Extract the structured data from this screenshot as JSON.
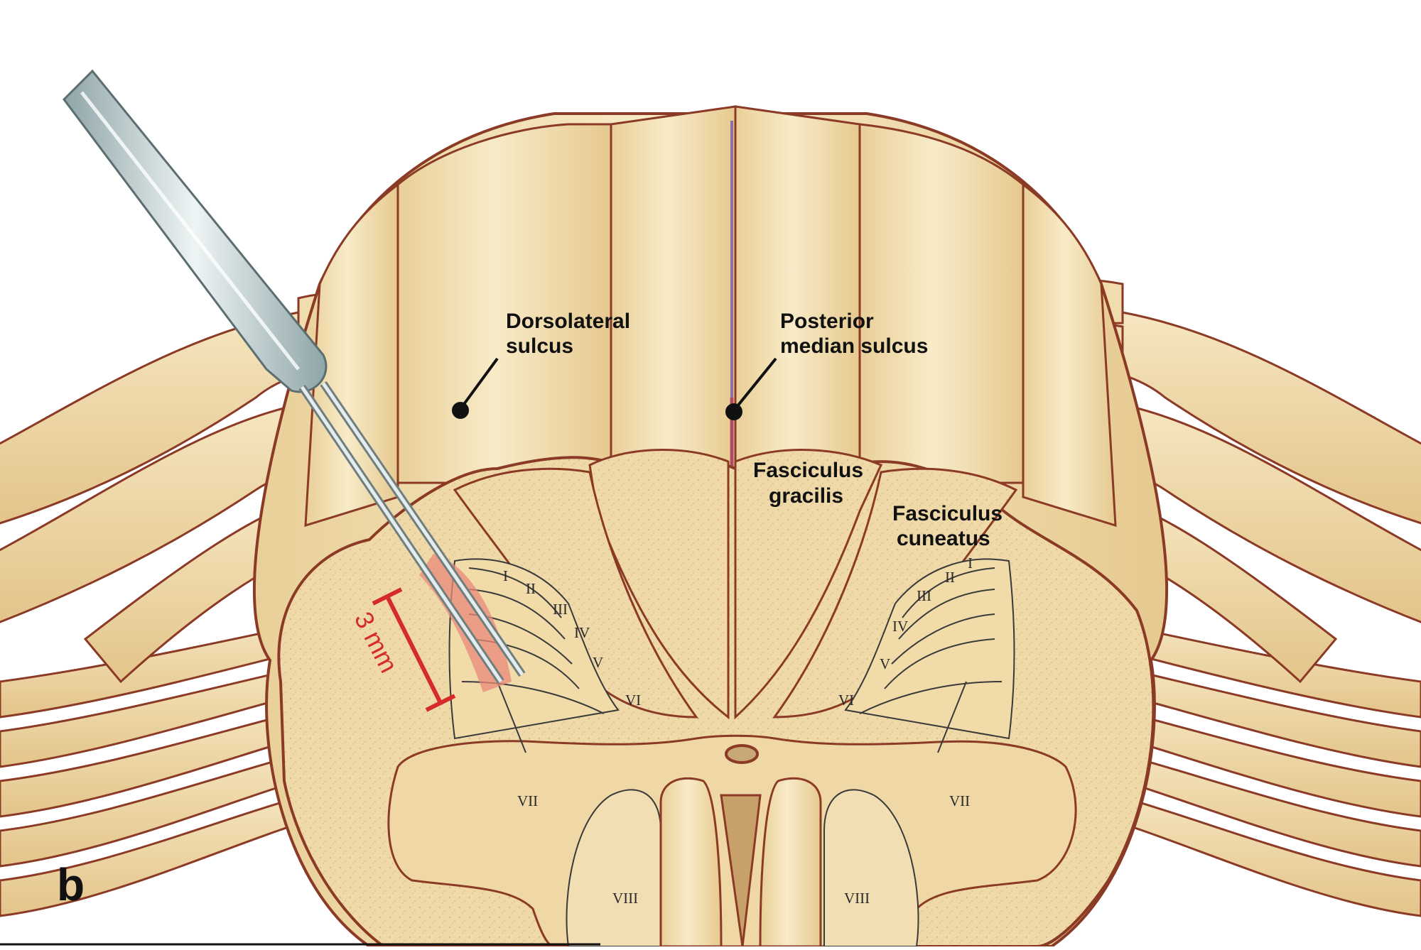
{
  "panel_label": "b",
  "labels": {
    "dorsolateral_line1": "Dorsolateral",
    "dorsolateral_line2": "sulcus",
    "posterior_line1": "Posterior",
    "posterior_line2": "median sulcus",
    "gracilis_line1": "Fasciculus",
    "gracilis_line2": "gracilis",
    "cuneatus_line1": "Fasciculus",
    "cuneatus_line2": "cuneatus"
  },
  "measurement": "3 mm",
  "laminae_left": {
    "I": "I",
    "II": "II",
    "III": "III",
    "IV": "IV",
    "V": "V",
    "VI": "VI",
    "VII": "VII",
    "VIII": "VIII"
  },
  "laminae_right": {
    "I": "I",
    "II": "II",
    "III": "III",
    "IV": "IV",
    "V": "V",
    "VI": "VI",
    "VII": "VII",
    "VIII": "VIII"
  },
  "colors": {
    "tissue": "#f2ddb0",
    "tissue_light": "#f7e8c4",
    "grey_matter": "#efd9a9",
    "outline": "#8b3a26",
    "measure_red": "#d62b2b",
    "needle": "#b9c7c9"
  }
}
